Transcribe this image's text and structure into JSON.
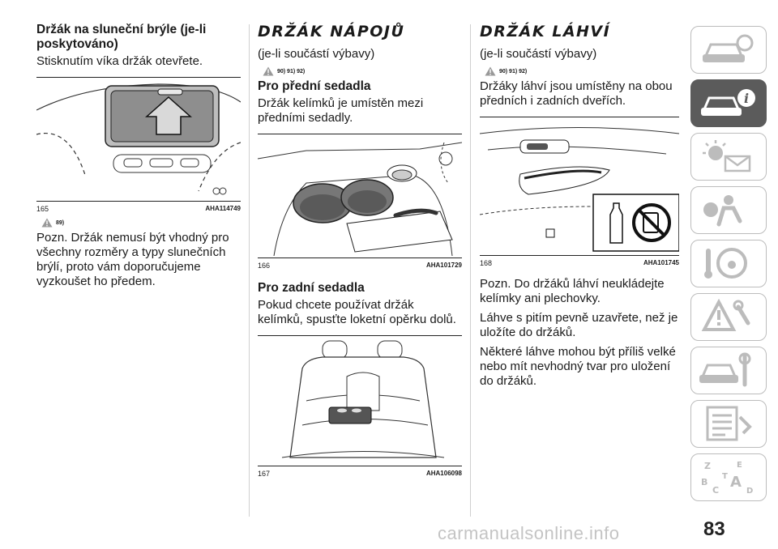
{
  "col1": {
    "heading": "Držák na sluneční brýle (je-li poskytováno)",
    "intro": "Stisknutím víka držák otevřete.",
    "figure": {
      "number": "165",
      "code": "AHA114749"
    },
    "warning_ref": "89)",
    "note": "Pozn. Držák nemusí být vhodný pro všechny rozměry a typy slunečních brýlí, proto vám doporučujeme vyzkoušet ho předem."
  },
  "col2": {
    "title": "DRŽÁK NÁPOJŮ",
    "availability": "(je-li součástí výbavy)",
    "warning_refs": "90) 91) 92)",
    "front_heading": "Pro přední sedadla",
    "front_text": "Držák kelímků je umístěn mezi předními sedadly.",
    "figure1": {
      "number": "166",
      "code": "AHA101729"
    },
    "rear_heading": "Pro zadní sedadla",
    "rear_text": "Pokud chcete používat držák kelímků, spusťte loketní opěrku dolů.",
    "figure2": {
      "number": "167",
      "code": "AHA106098"
    }
  },
  "col3": {
    "title": "DRŽÁK LÁHVÍ",
    "availability": "(je-li součástí výbavy)",
    "warning_refs": "90) 91) 92)",
    "text": "Držáky láhví jsou umístěny na obou předních i zadních dveřích.",
    "figure": {
      "number": "168",
      "code": "AHA101745"
    },
    "note": "Pozn. Do držáků láhví neukládejte kelímky ani plechovky.",
    "para2": "Láhve s pitím pevně uzavřete, než je uložíte do držáků.",
    "para3": "Některé láhve mohou být příliš velké nebo mít nevhodný tvar pro uložení do držáků."
  },
  "sidebar": {
    "tabs": [
      {
        "icon": "car-dashboard-icon",
        "active": false
      },
      {
        "icon": "car-info-icon",
        "active": true
      },
      {
        "icon": "warning-lights-icon",
        "active": false
      },
      {
        "icon": "airbag-seat-icon",
        "active": false
      },
      {
        "icon": "steering-key-icon",
        "active": false
      },
      {
        "icon": "warning-triangle-icon",
        "active": false
      },
      {
        "icon": "car-service-icon",
        "active": false
      },
      {
        "icon": "spec-list-icon",
        "active": false
      },
      {
        "icon": "alphabet-index-icon",
        "active": false
      }
    ],
    "index_letters": [
      "Z",
      "E",
      "B",
      "A",
      "C",
      "T",
      "D"
    ]
  },
  "page_number": "83",
  "watermark": "carmanualsonline.info"
}
